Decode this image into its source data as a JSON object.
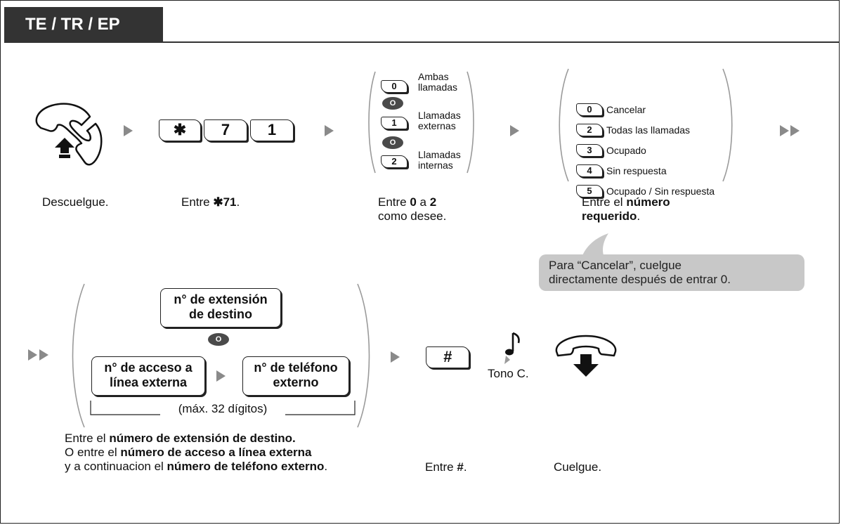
{
  "header": {
    "label": "TE / TR / EP"
  },
  "steps": {
    "step1": {
      "caption": "Descuelgue."
    },
    "step2": {
      "caption_pre": "Entre ",
      "caption_bold": "✱71",
      "caption_post": ".",
      "keys": [
        "✱",
        "7",
        "1"
      ]
    },
    "step3": {
      "options": [
        {
          "key": "0",
          "label_l1": "Ambas",
          "label_l2": "llamadas"
        },
        {
          "key": "1",
          "label_l1": "Llamadas",
          "label_l2": "externas"
        },
        {
          "key": "2",
          "label_l1": "Llamadas",
          "label_l2": "internas"
        }
      ],
      "or_label": "O",
      "caption_l1_pre": "Entre ",
      "caption_l1_b1": "0",
      "caption_l1_mid": " a ",
      "caption_l1_b2": "2",
      "caption_l2": "como desee."
    },
    "step4": {
      "options": [
        {
          "key": "0",
          "label": "Cancelar"
        },
        {
          "key": "2",
          "label": "Todas las llamadas"
        },
        {
          "key": "3",
          "label": "Ocupado"
        },
        {
          "key": "4",
          "label": "Sin respuesta"
        },
        {
          "key": "5",
          "label": "Ocupado / Sin respuesta"
        }
      ],
      "caption_l1_pre": "Entre el ",
      "caption_l1_bold": "número",
      "caption_l2_bold": "requerido",
      "caption_l2_post": ".",
      "note_l1": "Para “Cancelar”, cuelgue",
      "note_l2": "directamente después de entrar 0."
    },
    "step5": {
      "dest_l1": "n° de extensión",
      "dest_l2": "de destino",
      "or_label": "O",
      "access_l1": "n° de acceso a",
      "access_l2": "línea externa",
      "phone_l1": "n° de teléfono",
      "phone_l2": "externo",
      "max_digits": "(máx. 32 dígitos)",
      "caption_l1_pre": "Entre el ",
      "caption_l1_bold": "número de extensión de destino.",
      "caption_l2_pre": "O entre el ",
      "caption_l2_bold": "número de acceso a línea externa",
      "caption_l3_pre": "y a continuacion el ",
      "caption_l3_bold": "número de teléfono externo",
      "caption_l3_post": "."
    },
    "step6": {
      "key": "#",
      "caption_pre": "Entre ",
      "caption_bold": "#",
      "caption_post": "."
    },
    "tone": {
      "label": "Tono C."
    },
    "step7": {
      "caption": "Cuelgue."
    }
  }
}
